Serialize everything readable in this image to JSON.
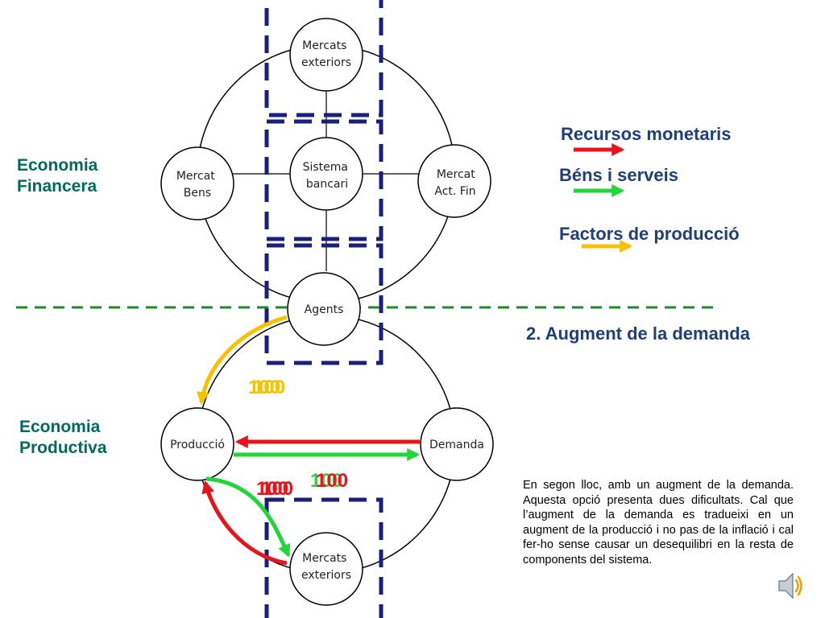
{
  "sections": {
    "financial": "Economia\nFinancera",
    "productive": "Economia\nProductiva"
  },
  "nodes": {
    "mercats_exteriors_top": [
      "Mercats",
      "exteriors"
    ],
    "mercat_bens": [
      "Mercat",
      "Bens"
    ],
    "sistema_bancari": [
      "Sistema",
      "bancari"
    ],
    "mercat_act_fin": [
      "Mercat",
      "Act. Fin"
    ],
    "agents": [
      "Agents"
    ],
    "produccio": [
      "Producció"
    ],
    "demanda": [
      "Demanda"
    ],
    "mercats_exteriors_bottom": [
      "Mercats",
      "exteriors"
    ]
  },
  "legend": {
    "items": [
      {
        "label": "Recursos monetaris",
        "color": "#e8141b"
      },
      {
        "label": "Béns i serveis",
        "color": "#22d63a"
      },
      {
        "label": "Factors de producció",
        "color": "#f5c200"
      }
    ]
  },
  "subtitle": "2. Augment de la demanda",
  "flow_labels": {
    "agents_to_produccio": "100",
    "produccio_to_demanda": "100",
    "exteriors_to_produccio": "100"
  },
  "colors": {
    "money": "#e8141b",
    "goods": "#22d63a",
    "factors": "#f5c200",
    "section_title": "#006b5c",
    "legend_text": "#1f3f7a",
    "dashed_box": "#1a1f7a",
    "divider": "#1f8a2a"
  },
  "description": "En segon lloc, amb un augment de la demanda. Aquesta opció presenta dues dificultats. Cal que l’augment de la demanda es tradueixi en un augment de la producció i no pas de la inflació i cal fer-ho sense causar un desequilibri en la resta de components del sistema.",
  "icons": {
    "speaker": "speaker-icon"
  }
}
